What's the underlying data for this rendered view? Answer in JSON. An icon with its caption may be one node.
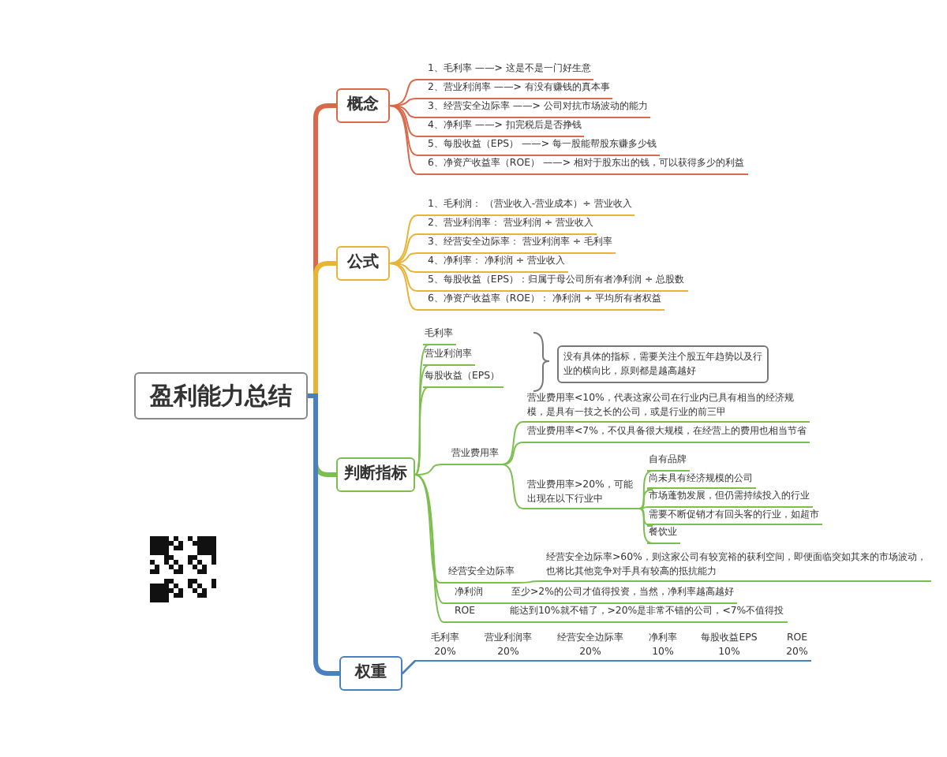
{
  "diagram": {
    "nodes": [
      {
        "text": [
          "盈利能力总结"
        ]
      },
      {
        "text": [
          "概念"
        ]
      },
      {
        "text": [
          "1、毛利率 ——> 这是不是一门好生意"
        ]
      },
      {
        "text": [
          "2、营业利润率 ——> 有没有赚钱的真本事"
        ]
      },
      {
        "text": [
          "3、经营安全边际率 ——> 公司对抗市场波动的能力"
        ]
      },
      {
        "text": [
          "4、净利率 ——> 扣完税后是否挣钱"
        ]
      },
      {
        "text": [
          "5、每股收益（EPS） ——> 每一股能帮股东赚多少钱"
        ]
      },
      {
        "text": [
          "6、净资产收益率（ROE） ——> 相对于股东出的钱，可以获得多少的利益"
        ]
      },
      {
        "text": [
          "公式"
        ]
      },
      {
        "text": [
          "1、毛利润： （营业收入-营业成本）÷ 营业收入"
        ]
      },
      {
        "text": [
          "2、营业利润率： 营业利润 ÷ 营业收入"
        ]
      },
      {
        "text": [
          "3、经营安全边际率： 营业利润率 ÷ 毛利率"
        ]
      },
      {
        "text": [
          "4、净利率： 净利润 ÷ 营业收入"
        ]
      },
      {
        "text": [
          "5、每股收益（EPS）：归属于母公司所有者净利润 ÷ 总股数"
        ]
      },
      {
        "text": [
          "6、净资产收益率（ROE）： 净利润 ÷ 平均所有者权益"
        ]
      },
      {
        "text": [
          "判断指标"
        ]
      },
      {
        "text": [
          "毛利率"
        ]
      },
      {
        "text": [
          "营业利润率"
        ]
      },
      {
        "text": [
          "每股收益（EPS）"
        ]
      },
      {
        "text": [
          "没有具体的指标，需要关注个股五年趋势以及行业的横向比，原则都是越高越好"
        ]
      },
      {
        "text": [
          "营业费用率"
        ]
      },
      {
        "text": [
          "营业费用率<10%，代表这家公司在行业内已具有相当的经济规模，是具有一技之长的公司，或是行业的前三甲"
        ]
      },
      {
        "text": [
          "营业费用率<7%，不仅具备很大规模，在经营上的费用也相当节省"
        ]
      },
      {
        "text": [
          "营业费用率>20%，可能出现在以下行业中"
        ]
      },
      {
        "text": [
          "自有品牌"
        ]
      },
      {
        "text": [
          "尚未具有经济规模的公司"
        ]
      },
      {
        "text": [
          "市场蓬勃发展，但仍需持续投入的行业"
        ]
      },
      {
        "text": [
          "需要不断促销才有回头客的行业，如超市"
        ]
      },
      {
        "text": [
          "餐饮业"
        ]
      },
      {
        "text": [
          "经营安全边际率"
        ]
      },
      {
        "text": [
          "经营安全边际率>60%，则这家公司有较宽裕的获利空间，即便面临突如其来的市场波动，也将比其他竞争对手具有较高的抵抗能力"
        ]
      },
      {
        "text": [
          "净利润"
        ]
      },
      {
        "text": [
          "至少>2%的公司才值得投资，当然，净利率越高越好"
        ]
      },
      {
        "text": [
          "ROE"
        ]
      },
      {
        "text": [
          "能达到10%就不错了，>20%是非常不错的公司，<7%不值得投"
        ]
      },
      {
        "text": [
          "权重"
        ]
      },
      {
        "text": [
          "毛利率",
          "20%"
        ]
      },
      {
        "text": [
          "营业利润率",
          "20%"
        ]
      },
      {
        "text": [
          "经营安全边际率",
          "20%"
        ]
      },
      {
        "text": [
          "净利率",
          "10%"
        ]
      },
      {
        "text": [
          "每股收益EPS",
          "10%"
        ]
      },
      {
        "text": [
          "ROE",
          "20%"
        ]
      }
    ],
    "edges": [
      {
        "from": 0,
        "to": 1,
        "arrow": "none",
        "color": "#d9694a",
        "style": "thick"
      },
      {
        "from": 1,
        "to": 2,
        "arrow": "none",
        "color": "#d9694a"
      },
      {
        "from": 1,
        "to": 3,
        "arrow": "none",
        "color": "#d9694a"
      },
      {
        "from": 1,
        "to": 4,
        "arrow": "none",
        "color": "#d9694a"
      },
      {
        "from": 1,
        "to": 5,
        "arrow": "none",
        "color": "#d9694a"
      },
      {
        "from": 1,
        "to": 6,
        "arrow": "none",
        "color": "#d9694a"
      },
      {
        "from": 1,
        "to": 7,
        "arrow": "none",
        "color": "#d9694a"
      },
      {
        "from": 0,
        "to": 8,
        "arrow": "none",
        "color": "#e8b437",
        "style": "thick"
      },
      {
        "from": 8,
        "to": 9,
        "arrow": "none",
        "color": "#e8b437"
      },
      {
        "from": 8,
        "to": 10,
        "arrow": "none",
        "color": "#e8b437"
      },
      {
        "from": 8,
        "to": 11,
        "arrow": "none",
        "color": "#e8b437"
      },
      {
        "from": 8,
        "to": 12,
        "arrow": "none",
        "color": "#e8b437"
      },
      {
        "from": 8,
        "to": 13,
        "arrow": "none",
        "color": "#e8b437"
      },
      {
        "from": 8,
        "to": 14,
        "arrow": "none",
        "color": "#e8b437"
      },
      {
        "from": 0,
        "to": 15,
        "arrow": "none",
        "style": "thick"
      },
      {
        "from": 15,
        "to": 16,
        "arrow": "none"
      },
      {
        "from": 15,
        "to": 17,
        "arrow": "none"
      },
      {
        "from": 15,
        "to": 18,
        "arrow": "none"
      },
      {
        "from": 15,
        "to": 20,
        "arrow": "none"
      },
      {
        "from": 20,
        "to": 21,
        "arrow": "none"
      },
      {
        "from": 20,
        "to": 22,
        "arrow": "none"
      },
      {
        "from": 20,
        "to": 23,
        "arrow": "none"
      },
      {
        "from": 23,
        "to": 24,
        "arrow": "none"
      },
      {
        "from": 23,
        "to": 25,
        "arrow": "none"
      },
      {
        "from": 23,
        "to": 26,
        "arrow": "none"
      },
      {
        "from": 23,
        "to": 27,
        "arrow": "none"
      },
      {
        "from": 23,
        "to": 28,
        "arrow": "none"
      },
      {
        "from": 15,
        "to": 29,
        "arrow": "none"
      },
      {
        "from": 29,
        "to": 30,
        "arrow": "none"
      },
      {
        "from": 15,
        "to": 31,
        "arrow": "none"
      },
      {
        "from": 31,
        "to": 32,
        "arrow": "none"
      },
      {
        "from": 15,
        "to": 33,
        "arrow": "none"
      },
      {
        "from": 33,
        "to": 34,
        "arrow": "none"
      },
      {
        "from": 0,
        "to": 35,
        "arrow": "none",
        "color": "#4a7fc0",
        "style": "thick"
      },
      {
        "from": 35,
        "to": 36,
        "arrow": "none",
        "color": "#4a7fc0"
      },
      {
        "from": 35,
        "to": 37,
        "arrow": "none",
        "color": "#4a7fc0"
      },
      {
        "from": 35,
        "to": 38,
        "arrow": "none",
        "color": "#4a7fc0"
      },
      {
        "from": 35,
        "to": 39,
        "arrow": "none",
        "color": "#4a7fc0"
      },
      {
        "from": 35,
        "to": 40,
        "arrow": "none",
        "color": "#4a7fc0"
      },
      {
        "from": 35,
        "to": 41,
        "arrow": "none",
        "color": "#4a7fc0"
      }
    ]
  }
}
